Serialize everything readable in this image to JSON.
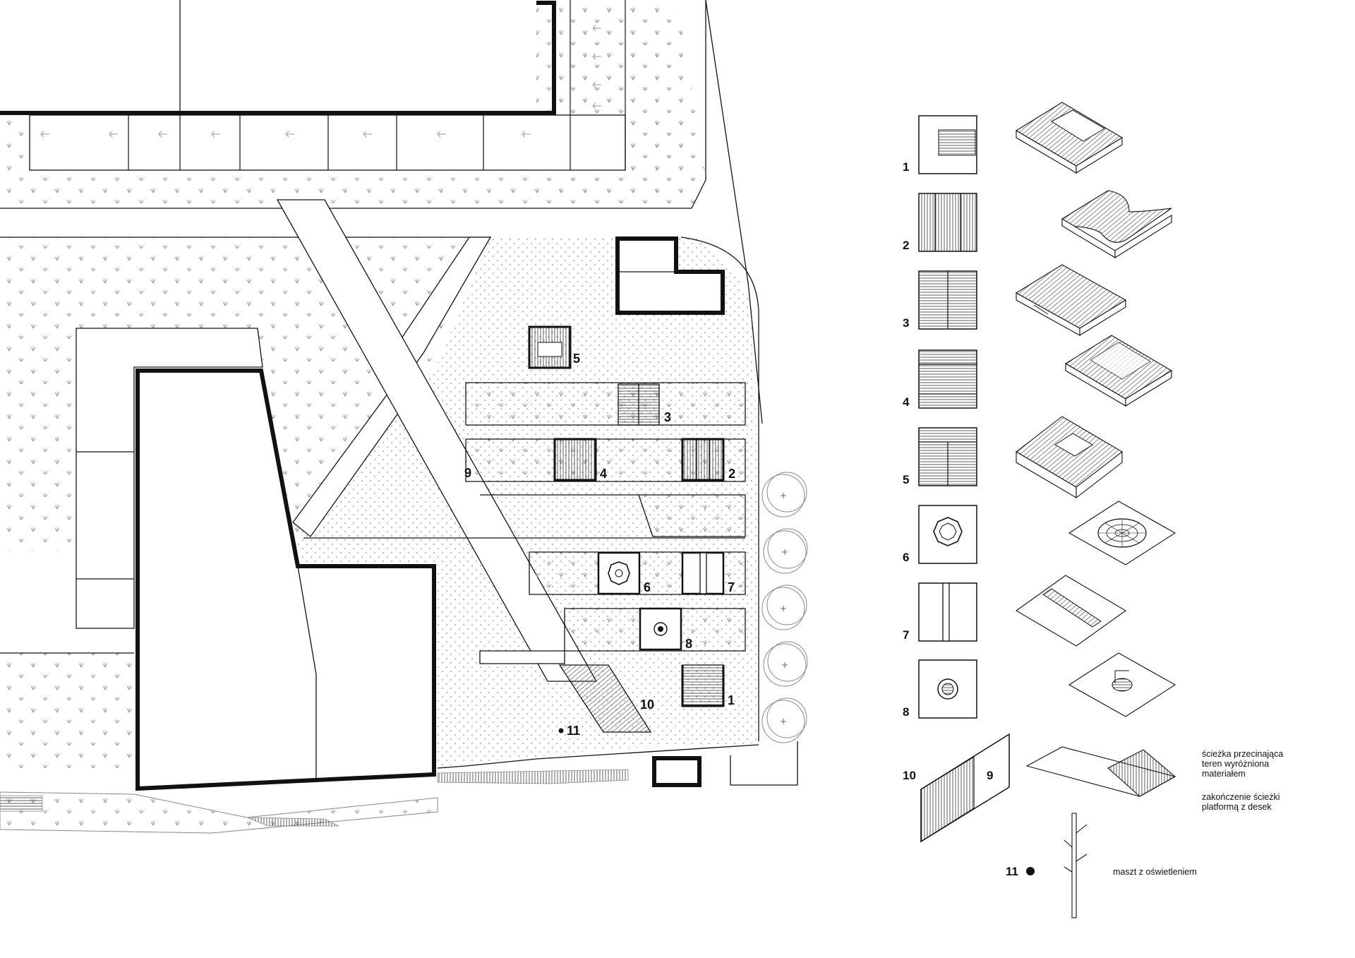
{
  "plan": {
    "labels": {
      "n1": "1",
      "n2": "2",
      "n3": "3",
      "n4": "4",
      "n5": "5",
      "n6": "6",
      "n7": "7",
      "n8": "8",
      "n9": "9",
      "n10": "10",
      "n11": "11"
    }
  },
  "legend": {
    "items": [
      "1",
      "2",
      "3",
      "4",
      "5",
      "6",
      "7",
      "8"
    ],
    "path": {
      "code_a": "10",
      "code_b": "9"
    },
    "notes": [
      "ścieżka przecinająca",
      "teren wyróżniona",
      "materiałem",
      "zakończenie ścieżki",
      "platformą z desek"
    ],
    "mast": {
      "code": "11",
      "note": "maszt z oświetleniem"
    }
  },
  "colors": {
    "ink": "#111111",
    "grey": "#888888",
    "paper": "#ffffff"
  }
}
